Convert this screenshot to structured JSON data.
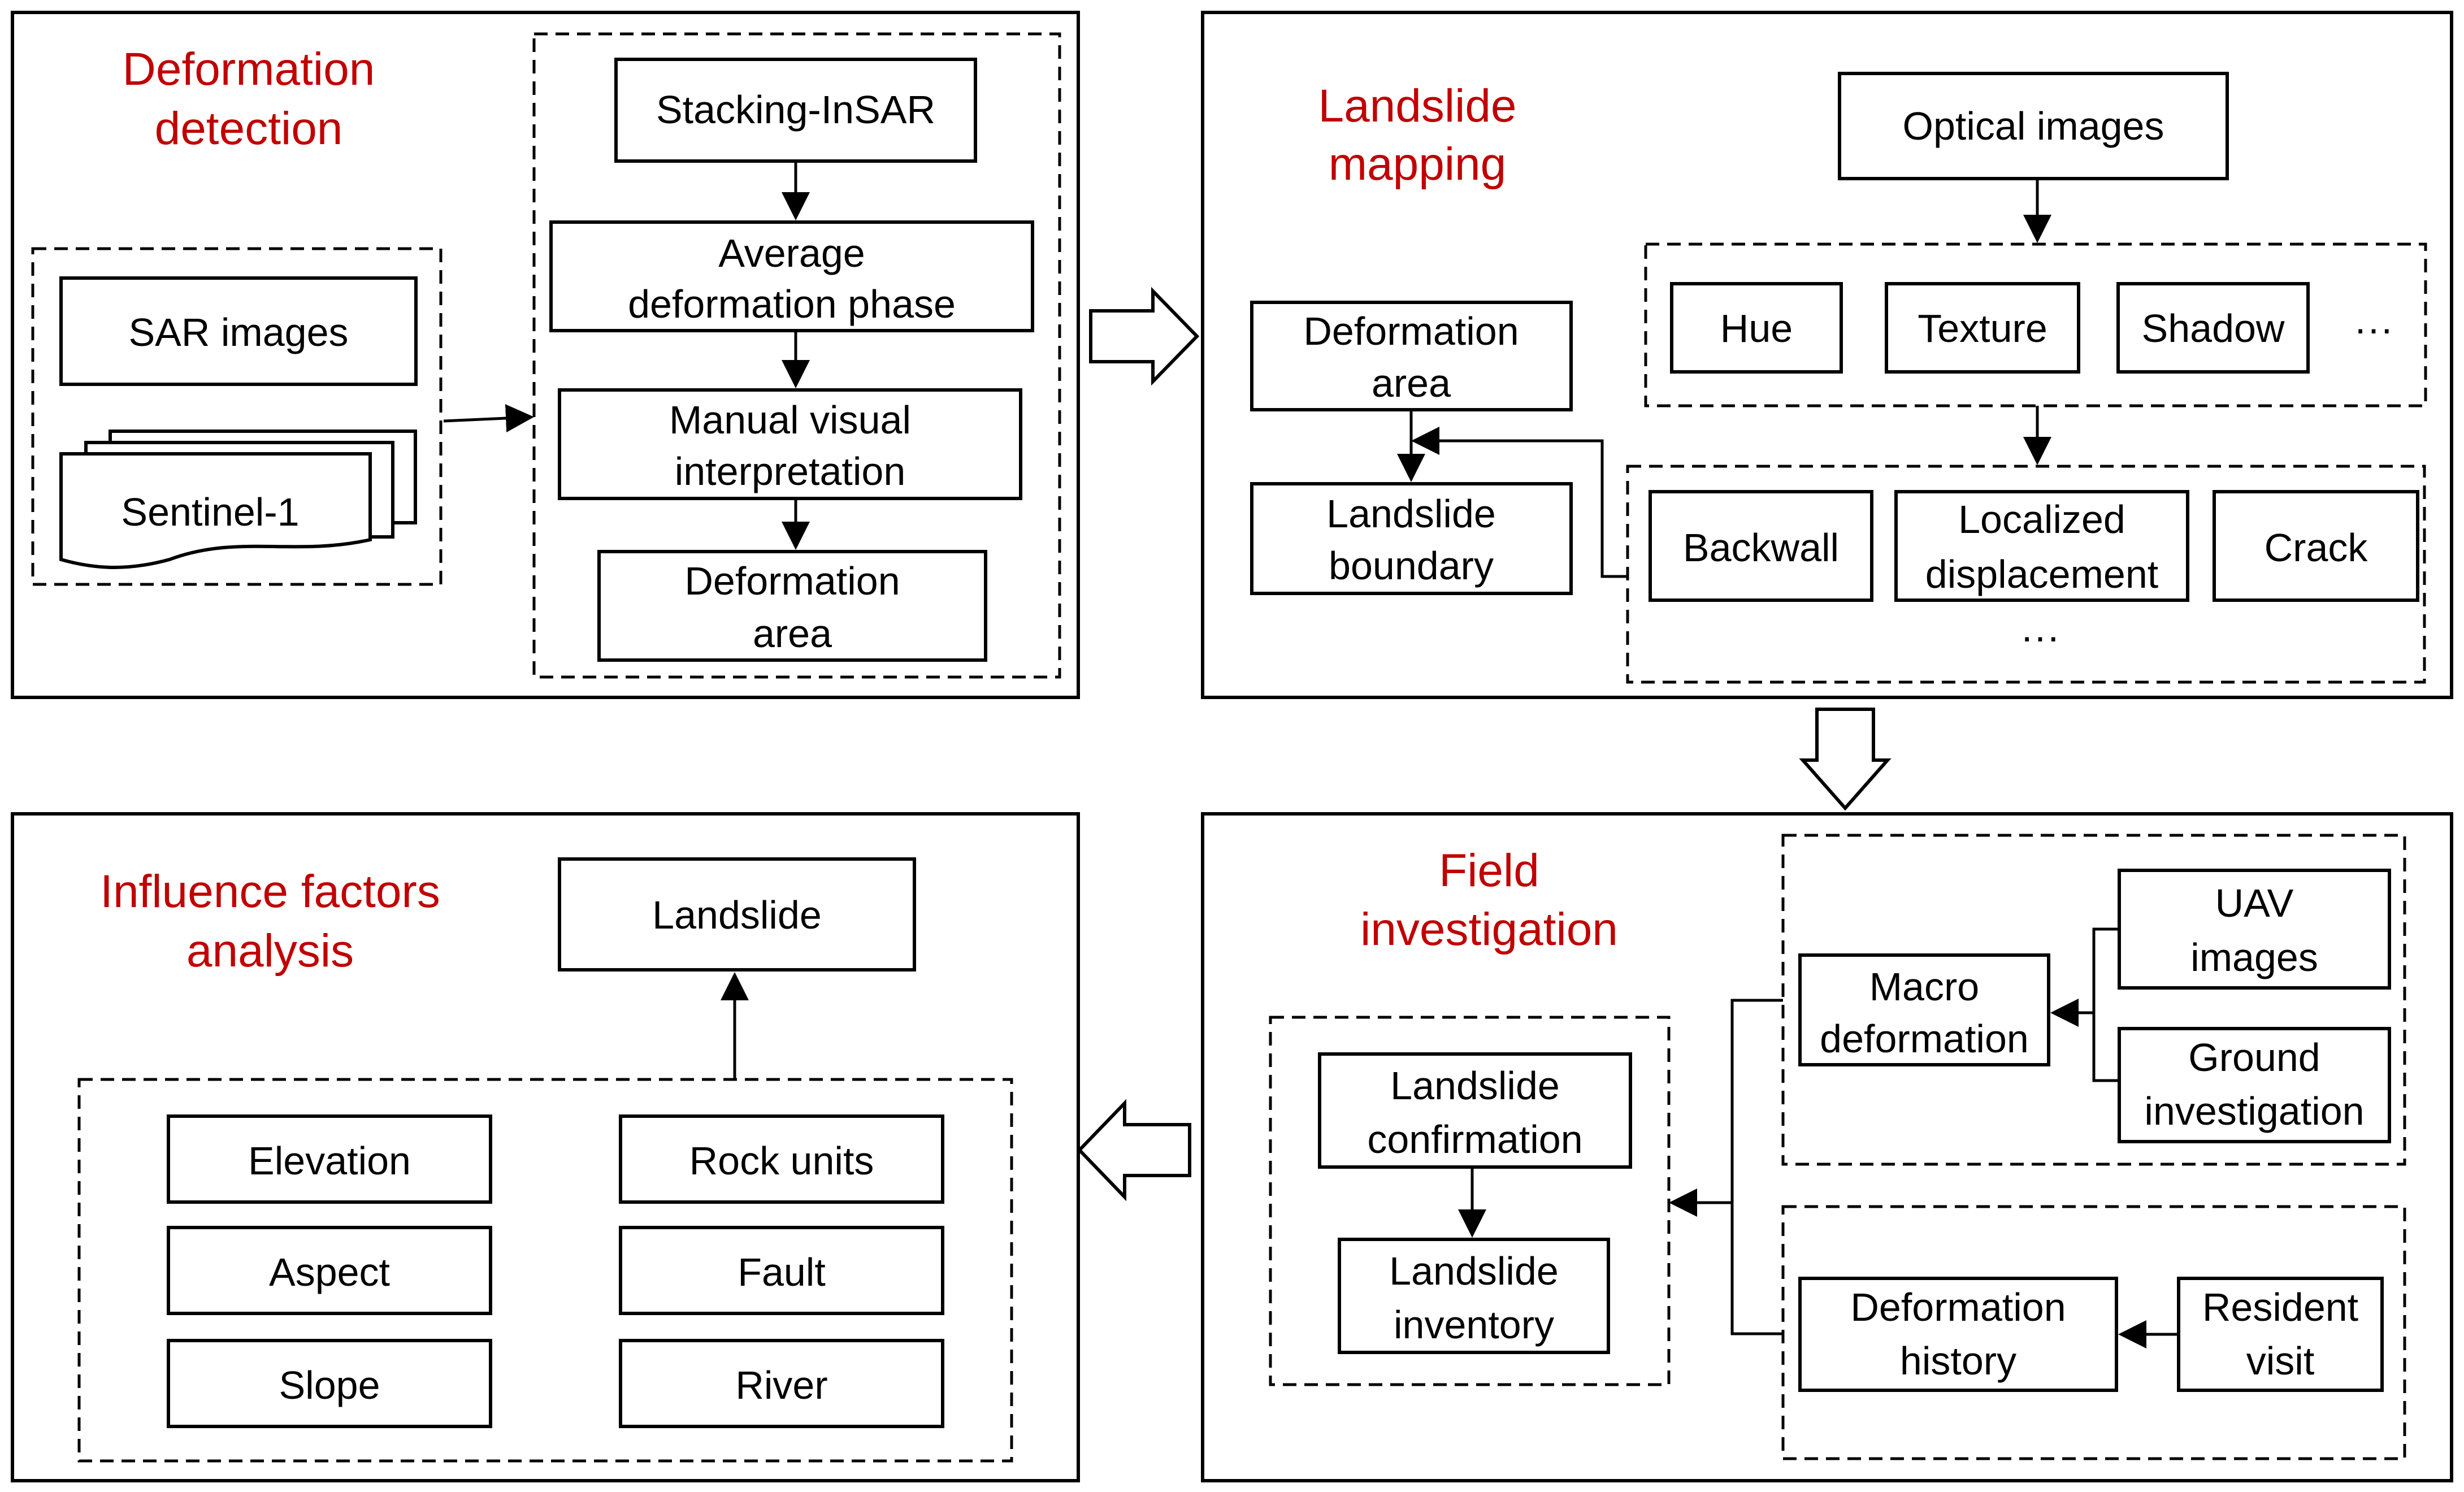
{
  "panels": {
    "deformation_detection": {
      "title": [
        "Deformation",
        "detection"
      ],
      "sar_images": "SAR images",
      "sentinel": "Sentinel-1",
      "stacking": "Stacking-InSAR",
      "average_phase": [
        "Average",
        "deformation phase"
      ],
      "manual_visual": [
        "Manual visual",
        "interpretation"
      ],
      "deformation_area": [
        "Deformation",
        "area"
      ]
    },
    "landslide_mapping": {
      "title": [
        "Landslide",
        "mapping"
      ],
      "optical_images": "Optical images",
      "hue": "Hue",
      "texture": "Texture",
      "shadow": "Shadow",
      "ellipsis_features": "···",
      "deformation_area": [
        "Deformation",
        "area"
      ],
      "landslide_boundary": [
        "Landslide",
        "boundary"
      ],
      "backwall": "Backwall",
      "localized_displacement": [
        "Localized",
        "displacement"
      ],
      "crack": "Crack",
      "ellipsis_evidence": "···"
    },
    "field_investigation": {
      "title": [
        "Field",
        "investigation"
      ],
      "macro_deformation": [
        "Macro",
        "deformation"
      ],
      "uav_images": [
        "UAV",
        "images"
      ],
      "ground_investigation": [
        "Ground",
        "investigation"
      ],
      "landslide_confirmation": [
        "Landslide",
        "confirmation"
      ],
      "landslide_inventory": [
        "Landslide",
        "inventory"
      ],
      "deformation_history": [
        "Deformation",
        "history"
      ],
      "resident_visit": [
        "Resident",
        "visit"
      ]
    },
    "influence_factors": {
      "title": [
        "Influence factors",
        "analysis"
      ],
      "landslide": "Landslide",
      "elevation": "Elevation",
      "rock_units": "Rock units",
      "aspect": "Aspect",
      "fault": "Fault",
      "slope": "Slope",
      "river": "River"
    }
  }
}
